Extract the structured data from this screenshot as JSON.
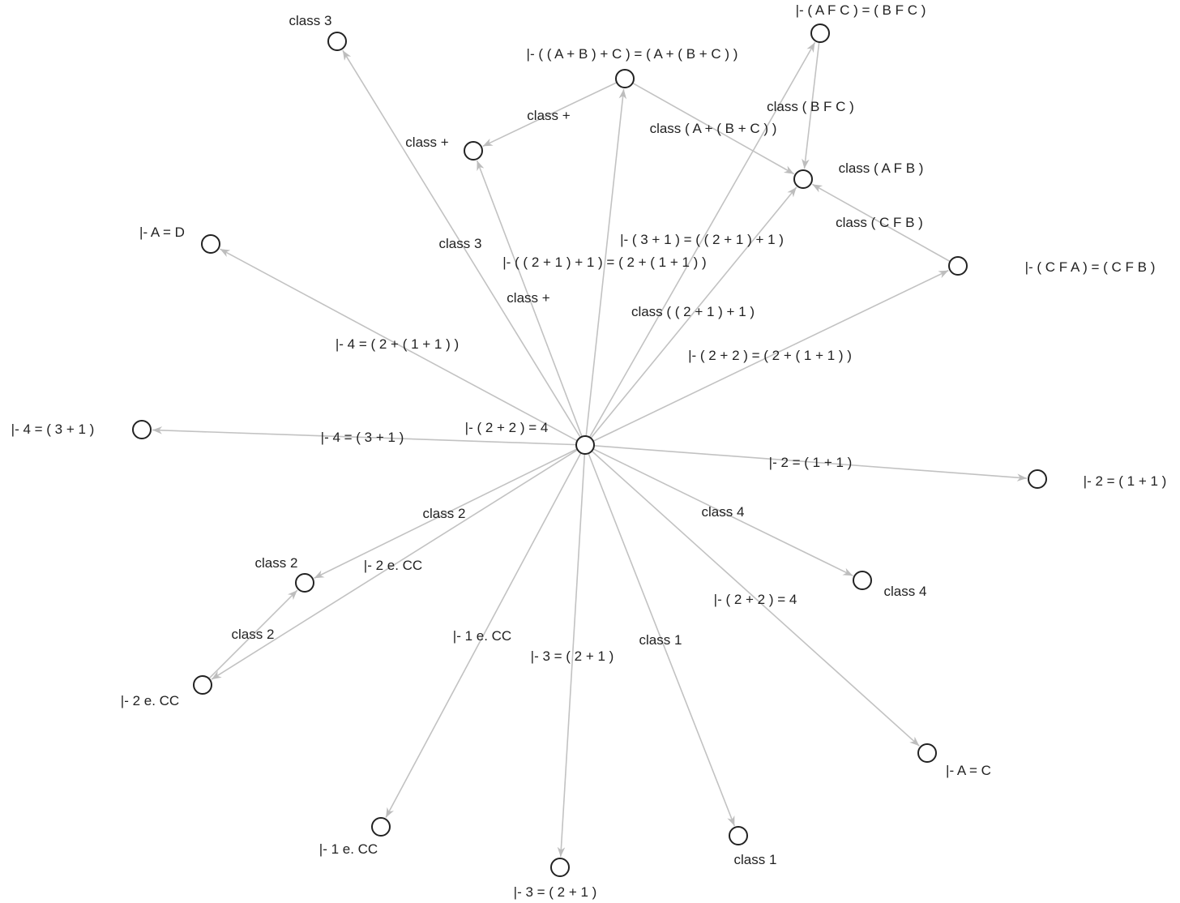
{
  "graph": {
    "nodes": [
      {
        "id": "center",
        "label": "|- ( 2 + 2 ) = 4"
      },
      {
        "id": "class3",
        "label": "class 3"
      },
      {
        "id": "assoc",
        "label": "|- ( ( A + B ) + C ) = ( A + ( B + C ) )"
      },
      {
        "id": "afc",
        "label": "|- ( A F C ) = ( B F C )"
      },
      {
        "id": "classplus",
        "label": "class +"
      },
      {
        "id": "afb",
        "label": "class ( A F B )"
      },
      {
        "id": "ad",
        "label": "|- A = D"
      },
      {
        "id": "cfa",
        "label": "|- ( C F A ) = ( C F B )"
      },
      {
        "id": "four",
        "label": "|- 4 = ( 3 + 1 )"
      },
      {
        "id": "two",
        "label": "|- 2 = ( 1 + 1 )"
      },
      {
        "id": "class2",
        "label": "class 2"
      },
      {
        "id": "class4",
        "label": "class 4"
      },
      {
        "id": "twocc",
        "label": "|- 2 e. CC"
      },
      {
        "id": "ac",
        "label": "|- A = C"
      },
      {
        "id": "onecc",
        "label": "|- 1 e. CC"
      },
      {
        "id": "three",
        "label": "|- 3 = ( 2 + 1 )"
      },
      {
        "id": "class1",
        "label": "class 1"
      }
    ],
    "edges": [
      {
        "from": "center",
        "to": "class3",
        "label": "class 3"
      },
      {
        "from": "center",
        "to": "classplus",
        "label": "class +"
      },
      {
        "from": "center",
        "to": "assoc",
        "label": "|- ( ( 2 + 1 ) + 1 ) = ( 2 + ( 1 + 1 ) )"
      },
      {
        "from": "center",
        "to": "afc",
        "label": "|- ( 3 + 1 ) = ( ( 2 + 1 ) + 1 )"
      },
      {
        "from": "center",
        "to": "afb",
        "label": "class ( ( 2 + 1 ) + 1 )"
      },
      {
        "from": "center",
        "to": "cfa",
        "label": "|- ( 2 + 2 ) = ( 2 + ( 1 + 1 ) )"
      },
      {
        "from": "center",
        "to": "ad",
        "label": "|- 4 = ( 2 + ( 1 + 1 ) )"
      },
      {
        "from": "center",
        "to": "four",
        "label": "|- 4 = ( 3 + 1 )"
      },
      {
        "from": "center",
        "to": "two",
        "label": "|- 2 = ( 1 + 1 )"
      },
      {
        "from": "center",
        "to": "class4",
        "label": "class 4"
      },
      {
        "from": "center",
        "to": "ac",
        "label": "|- ( 2 + 2 ) = 4"
      },
      {
        "from": "center",
        "to": "class1",
        "label": "class 1"
      },
      {
        "from": "center",
        "to": "three",
        "label": "|- 3 = ( 2 + 1 )"
      },
      {
        "from": "center",
        "to": "onecc",
        "label": "|- 1 e. CC"
      },
      {
        "from": "center",
        "to": "class2",
        "label": "class 2"
      },
      {
        "from": "center",
        "to": "twocc",
        "label": "|- 2 e. CC"
      },
      {
        "from": "twocc",
        "to": "class2",
        "label": "class 2"
      },
      {
        "from": "assoc",
        "to": "classplus",
        "label": "class +"
      },
      {
        "from": "assoc",
        "to": "afb",
        "label": "class ( A + ( B + C ) )"
      },
      {
        "from": "afc",
        "to": "afb",
        "label": "class ( B F C )"
      },
      {
        "from": "cfa",
        "to": "afb",
        "label": "class ( C F B )"
      }
    ]
  }
}
